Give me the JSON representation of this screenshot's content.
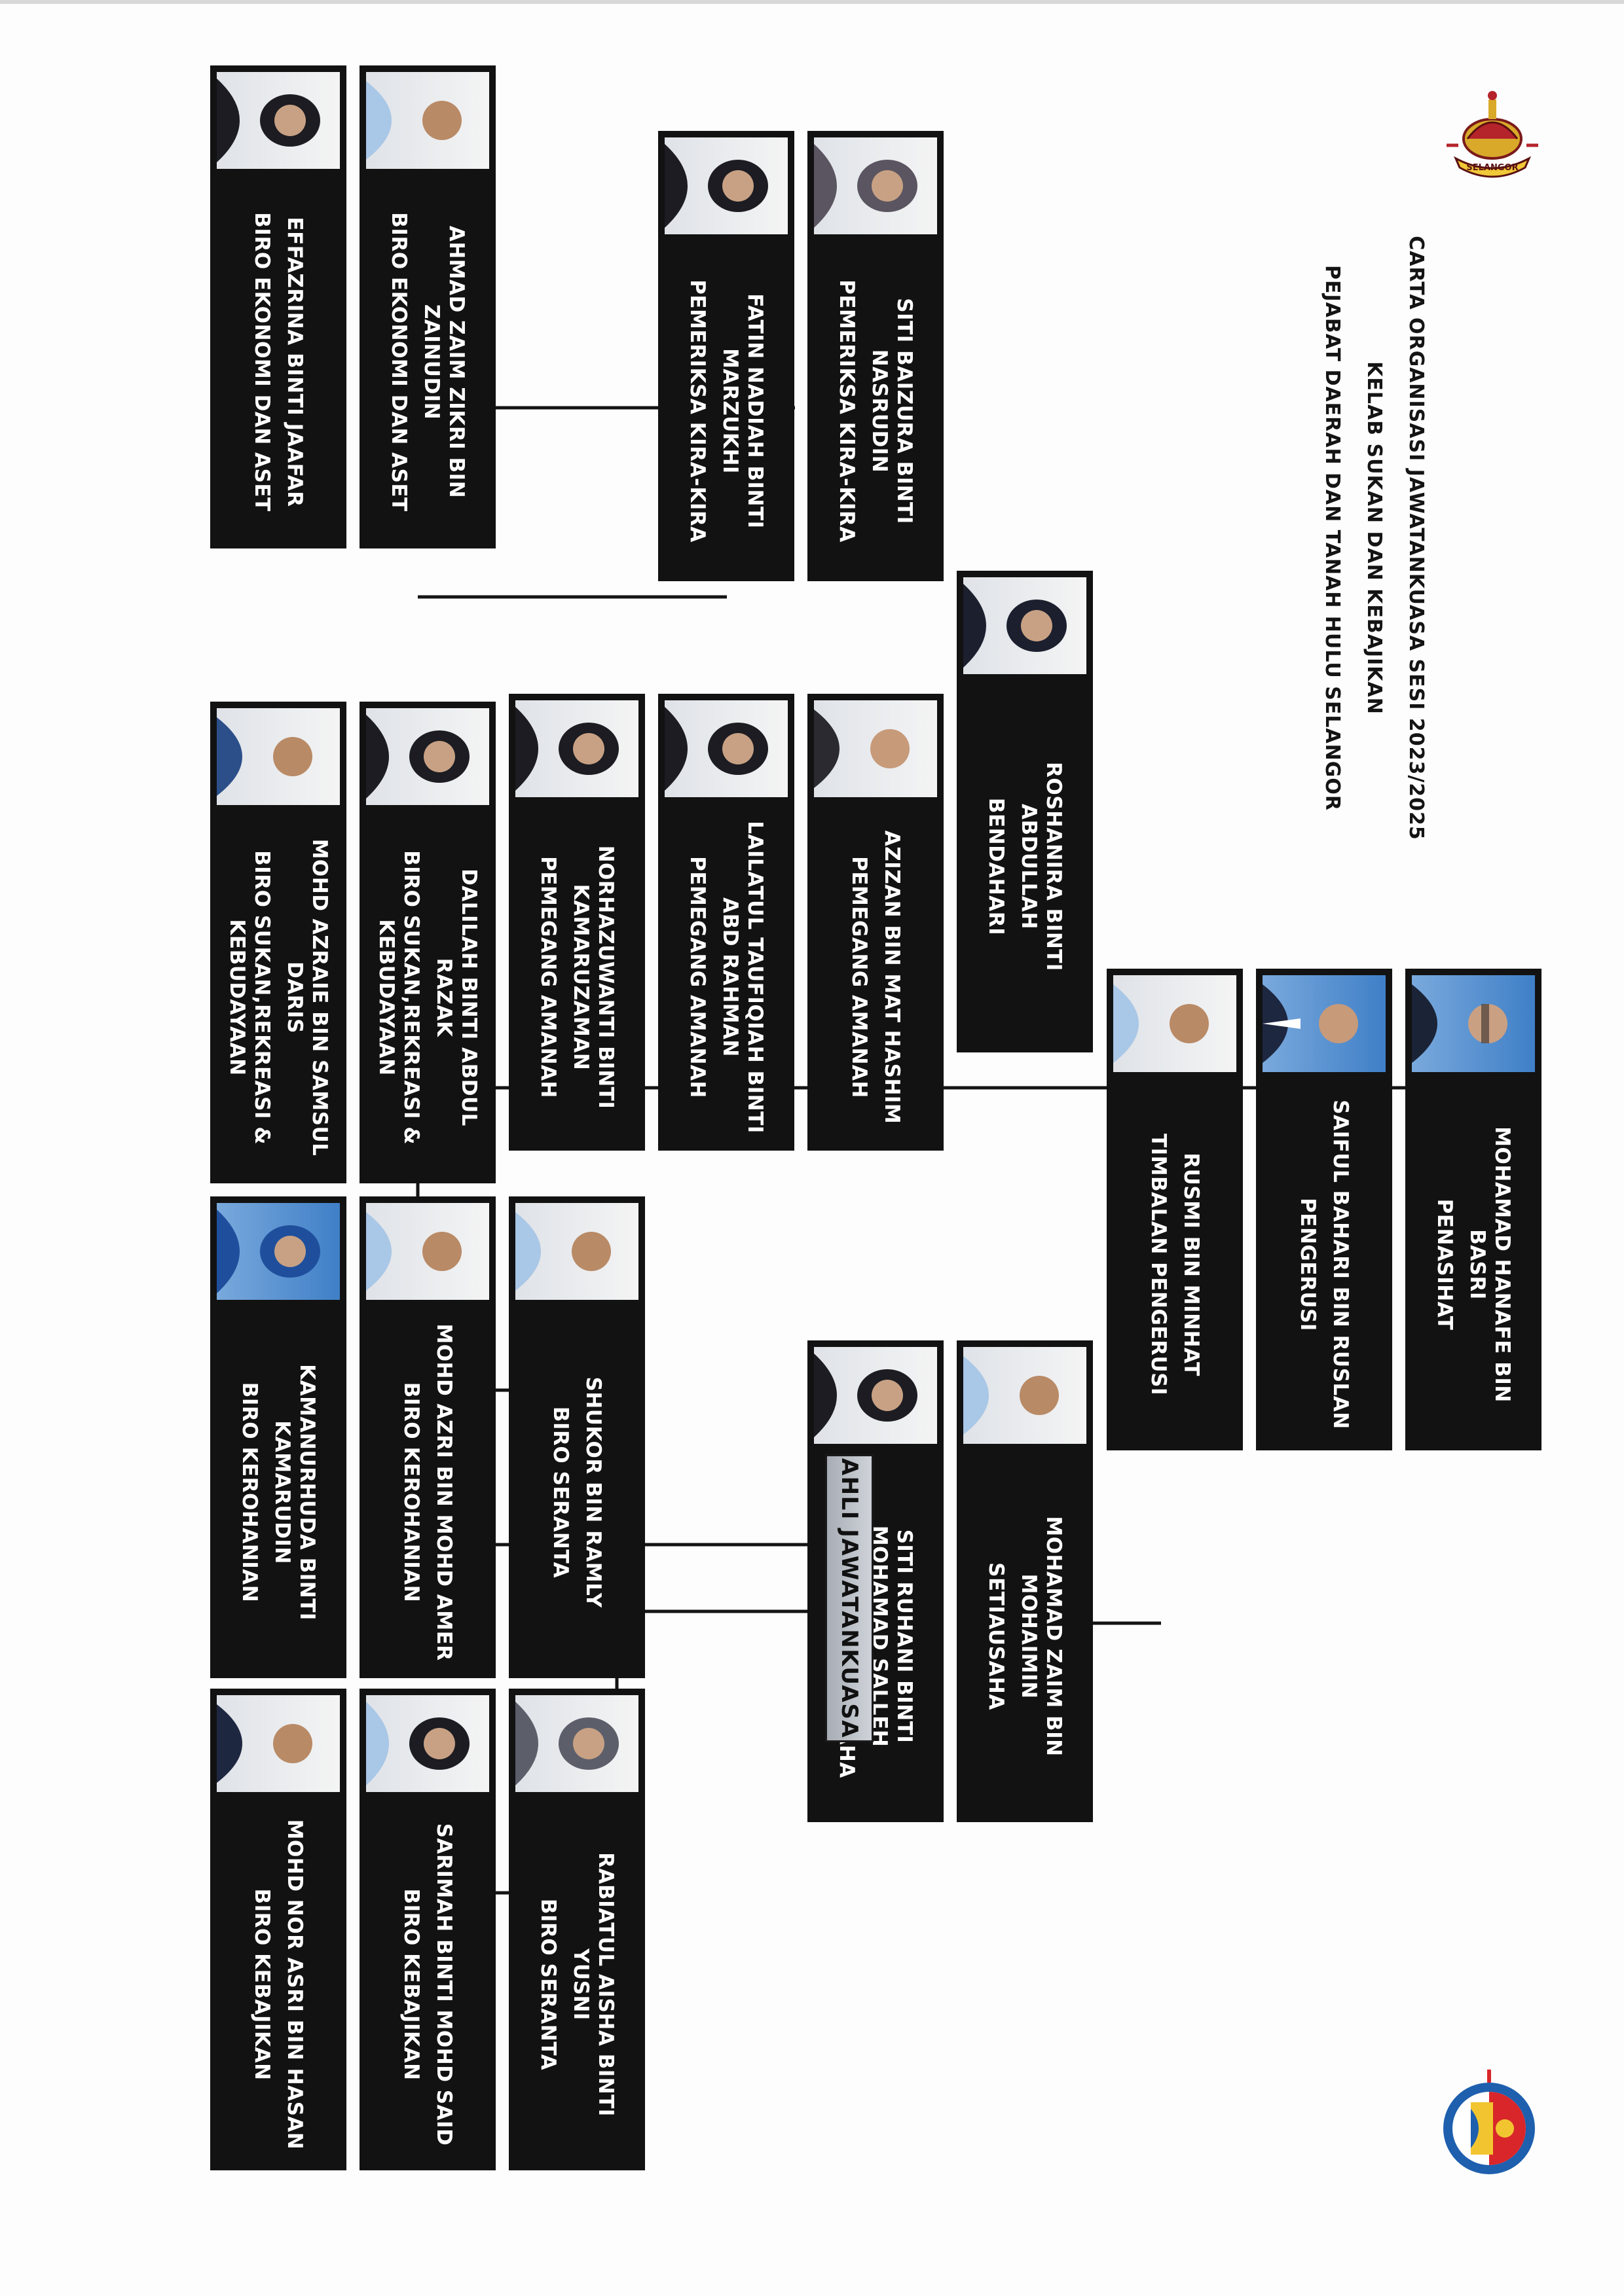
{
  "header": {
    "title_line1": "CARTA ORGANISASI JAWATANKUASA SESI 2023/2025",
    "title_line2": "KELAB SUKAN DAN KEBAJIKAN",
    "title_line3": "PEJABAT DAERAH DAN TANAH HULU SELANGOR"
  },
  "logos": {
    "left": "selangor-crest",
    "right": "pdt-hulu-selangor-emblem",
    "crest_banner_text": "SELANGOR"
  },
  "members": {
    "penasihat": {
      "name": "MOHAMAD HANAFE BIN BASRI",
      "role": "PENASIHAT"
    },
    "pengerusi": {
      "name": "SAIFUL BAHARI BIN RUSLAN",
      "role": "PENGERUSI"
    },
    "timbalan": {
      "name": "RUSMI BIN MINHAT",
      "role": "TIMBALAN PENGERUSI"
    },
    "setiausaha": {
      "name": "MOHAMAD ZAIM BIN MOHAIMIN",
      "role": "SETIAUSAHA"
    },
    "penolong_setiausaha": {
      "name": "SITI RUHANI BINTI MOHAMAD SALLEH",
      "role": "PENOLONG SETIAUSAHA"
    },
    "bendahari": {
      "name": "ROSHANIRA BINTI ABDULLAH",
      "role": "BENDAHARI"
    },
    "pemeriksa1": {
      "name": "SITI BAIZURA BINTI NASRUDIN",
      "role": "PEMERIKSA KIRA-KIRA"
    },
    "pemeriksa2": {
      "name": "FATIN NADIAH BINTI MARZUKHI",
      "role": "PEMERIKSA KIRA-KIRA"
    },
    "amanah1": {
      "name": "AZIZAN BIN MAT HASHIM",
      "role": "PEMEGANG AMANAH"
    },
    "amanah2": {
      "name": "LAILATUL TAUFIQIAH BINTI ABD RAHMAN",
      "role": "PEMEGANG AMANAH"
    },
    "amanah3": {
      "name": "NORHAZUWANTI BINTI KAMARUZAMAN",
      "role": "PEMEGANG AMANAH"
    },
    "ekonomi1": {
      "name": "AHMAD ZAIM ZIKRI BIN ZAINUDIN",
      "role": "BIRO EKONOMI DAN ASET"
    },
    "ekonomi2": {
      "name": "EFFAZRINA BINTI JAAFAR",
      "role": "BIRO EKONOMI DAN ASET"
    },
    "sukan1": {
      "name": "DALILAH BINTI ABDUL RAZAK",
      "role": "BIRO SUKAN,REKREASI & KEBUDAYAAN"
    },
    "sukan2": {
      "name": "MOHD AZRAIE BIN SAMSUL DARIS",
      "role": "BIRO SUKAN,REKREASI & KEBUDAYAAN"
    },
    "seranta1": {
      "name": "SHUKOR BIN RAMLY",
      "role": "BIRO SERANTA"
    },
    "kerohanian1": {
      "name": "MOHD AZRI BIN MOHD AMER",
      "role": "BIRO KEROHANIAN"
    },
    "kerohanian2": {
      "name": "KAMANURHUDA BINTI KAMARUDIN",
      "role": "BIRO KEROHANIAN"
    },
    "seranta2": {
      "name": "RABIATUL AISHA BINTI YUSNI",
      "role": "BIRO SERANTA"
    },
    "kebajikan1": {
      "name": "SARIMAH BINTI MOHD SAID",
      "role": "BIRO KEBAJIKAN"
    },
    "kebajikan2": {
      "name": "MOHD NOR ASRI BIN HASAN",
      "role": "BIRO KEBAJIKAN"
    }
  },
  "ahli_jawatankuasa": {
    "label": "AHLI JAWATANKUASA"
  },
  "colors": {
    "card": "#121212",
    "card_text": "#ffffff",
    "connector": "#141414",
    "ahli_box": "#b9bdc4"
  }
}
